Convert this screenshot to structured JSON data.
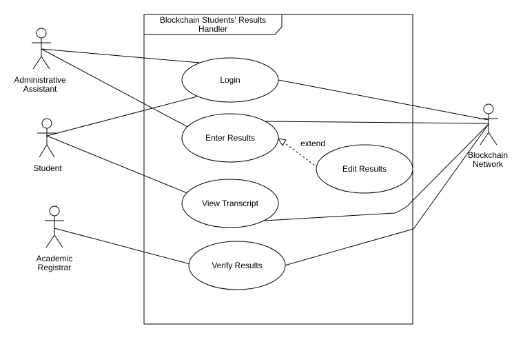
{
  "system": {
    "title_line1": "Blockchain Students' Results",
    "title_line2": "Handler"
  },
  "actors": {
    "admin": {
      "line1": "Administrative",
      "line2": "Assistant"
    },
    "student": {
      "line1": "Student"
    },
    "registrar": {
      "line1": "Academic",
      "line2": "Registrar"
    },
    "blockchain": {
      "line1": "Blockchain",
      "line2": "Network"
    }
  },
  "use_cases": {
    "login": "Login",
    "enter_results": "Enter Results",
    "edit_results": "Edit Results",
    "view_transcript": "View Transcript",
    "verify_results": "Verify Results"
  },
  "relations": {
    "extend_label": "extend"
  },
  "colors": {
    "stroke": "#000000",
    "background": "#ffffff"
  }
}
